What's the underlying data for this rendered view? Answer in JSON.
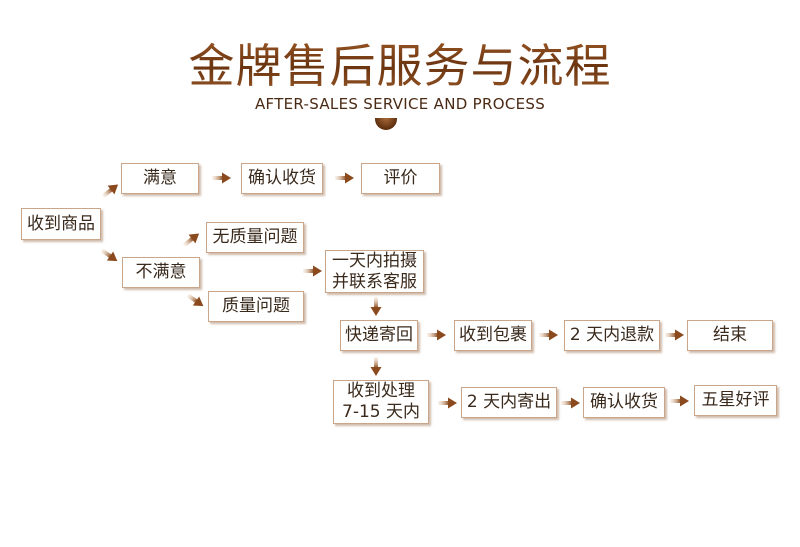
{
  "header": {
    "title": "金牌售后服务与流程",
    "subtitle": "AFTER-SALES SERVICE AND PROCESS"
  },
  "colors": {
    "title_brown": "#7a3e12",
    "arrow_brown": "#8a4a1e",
    "box_border": "#c9a58a"
  },
  "nodes": {
    "receive_goods": "收到商品",
    "satisfied": "满意",
    "confirm_receipt_1": "确认收货",
    "review": "评价",
    "not_satisfied": "不满意",
    "no_quality_issue": "无质量问题",
    "quality_issue": "质量问题",
    "contact_line1": "一天内拍摄",
    "contact_line2": "并联系客服",
    "express_back": "快递寄回",
    "package_received": "收到包裹",
    "refund_2days": "2 天内退款",
    "end": "结束",
    "process_line1": "收到处理",
    "process_line2": "7-15 天内",
    "ship_2days": "2 天内寄出",
    "confirm_receipt_2": "确认收货",
    "five_star": "五星好评"
  }
}
